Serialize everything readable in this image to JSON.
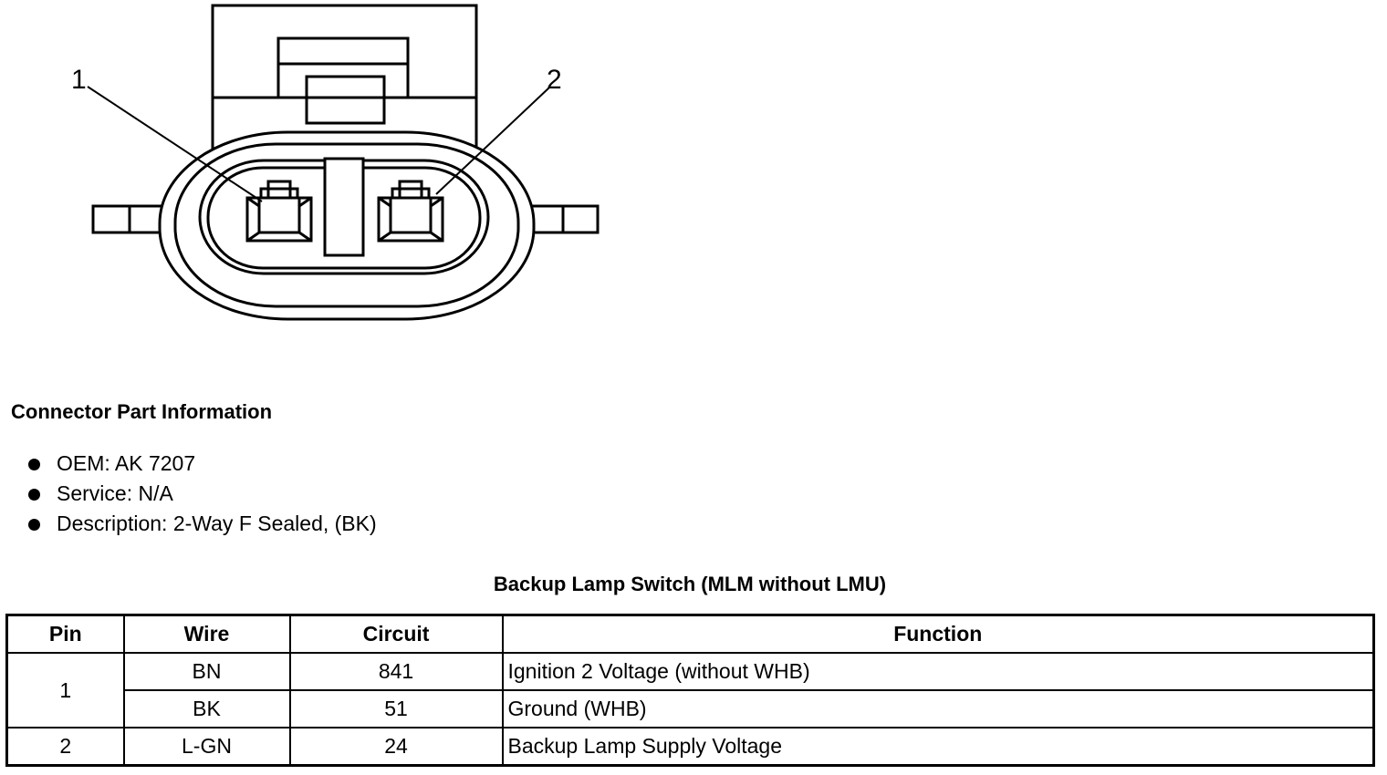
{
  "diagram": {
    "pin_labels": [
      "1",
      "2"
    ]
  },
  "connector_info": {
    "title": "Connector Part Information",
    "items": [
      "OEM: AK 7207",
      "Service: N/A",
      "Description: 2-Way F Sealed, (BK)"
    ]
  },
  "table": {
    "title": "Backup Lamp Switch (MLM without LMU)",
    "headers": [
      "Pin",
      "Wire",
      "Circuit",
      "Function"
    ],
    "rows": [
      {
        "pin": "1",
        "wire": "BN",
        "circuit": "841",
        "function": "Ignition 2 Voltage (without WHB)"
      },
      {
        "pin": "",
        "wire": "BK",
        "circuit": "51",
        "function": "Ground (WHB)"
      },
      {
        "pin": "2",
        "wire": "L-GN",
        "circuit": "24",
        "function": "Backup Lamp Supply Voltage"
      }
    ]
  }
}
